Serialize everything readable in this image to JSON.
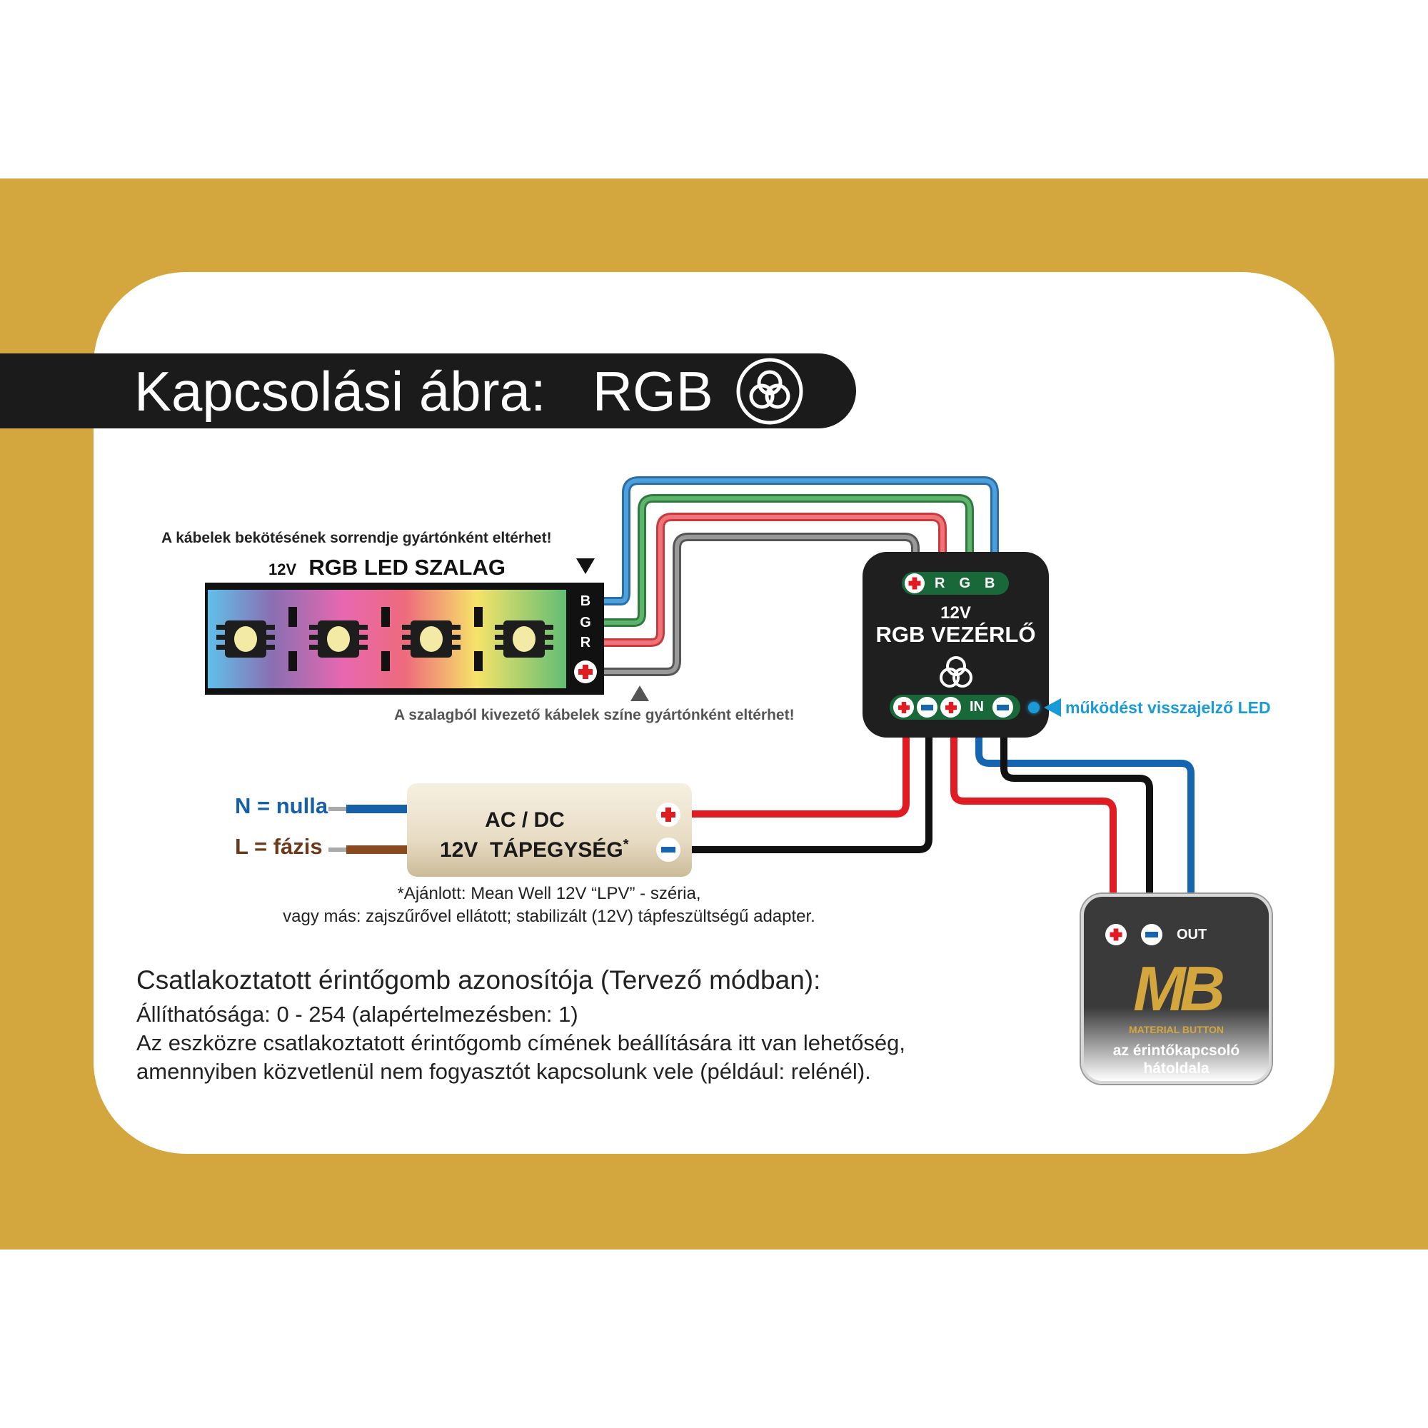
{
  "title": {
    "text": "Kapcsolási ábra:",
    "rgb": "RGB"
  },
  "led_strip": {
    "order_note": "A kábelek bekötésének sorrendje gyártónként eltérhet!",
    "voltage": "12V",
    "name": "RGB LED SZALAG",
    "pins": [
      "B",
      "G",
      "R"
    ],
    "color_note": "A szalagból kivezető kábelek színe gyártónként eltérhet!"
  },
  "controller": {
    "top_pins": [
      "R",
      "G",
      "B"
    ],
    "voltage": "12V",
    "name": "RGB VEZÉRLŐ",
    "in_label": "IN",
    "led_note": "működést visszajelző LED"
  },
  "power_supply": {
    "line1": "AC / DC",
    "line2": "12V  TÁPEGYSÉG",
    "asterisk": "*",
    "neutral": "N = nulla",
    "phase": "L = fázis",
    "footnote1": "*Ajánlott: Mean Well 12V “LPV” - széria,",
    "footnote2": "vagy más: zajszűrővel ellátott; stabilizált (12V) tápfeszültségű adapter."
  },
  "touch_button": {
    "out_label": "OUT",
    "logo": "MB",
    "brand": "MATERIAL BUTTON",
    "caption1": "az érintőkapcsoló",
    "caption2": "hátoldala"
  },
  "info": {
    "heading": "Csatlakoztatott érintőgomb azonosítója (Tervező módban):",
    "line1": "Állíthatósága: 0 - 254 (alapértelmezésben: 1)",
    "line2": "Az eszközre csatlakoztatott érintőgomb címének beállítására itt van lehetőség,",
    "line3": "amennyiben közvetlenül nem fogyasztót kapcsolunk vele (például: relénél)."
  },
  "colors": {
    "gold": "#D4A73E",
    "led_blue": "#1a9ad6",
    "neutral": "#1560a8",
    "phase": "#6b3a1a"
  }
}
